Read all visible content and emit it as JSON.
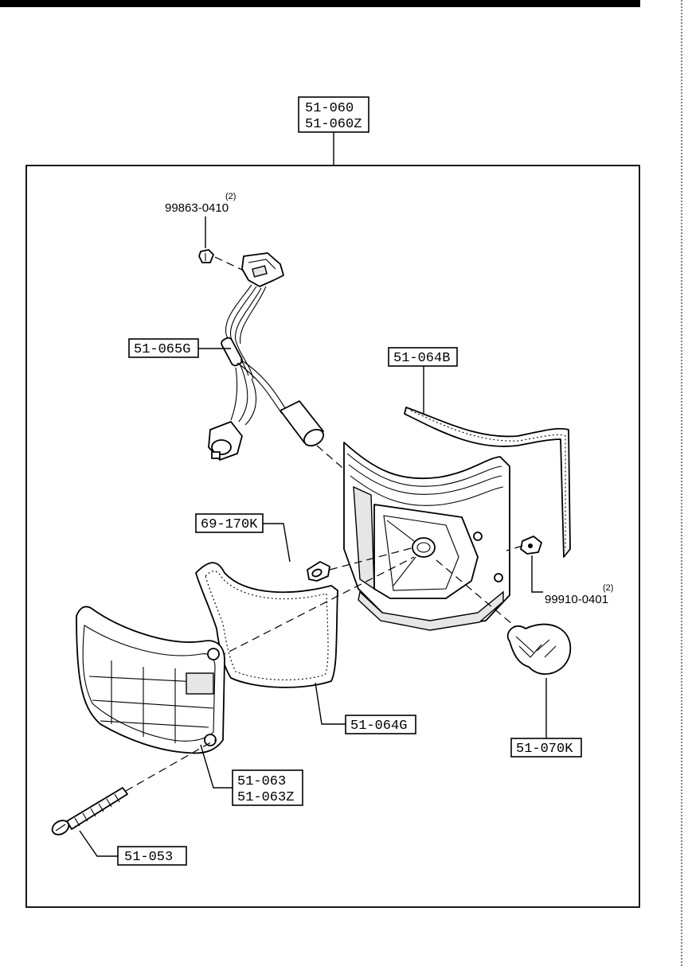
{
  "assembly": {
    "number_line1": "51-060",
    "number_line2": "51-060Z"
  },
  "parts": {
    "screw_top": {
      "number": "99863-0410",
      "qty": "(2)"
    },
    "harness": {
      "number": "51-065G"
    },
    "gasket_strip": {
      "number": "51-064B"
    },
    "small_bulb": {
      "number": "69-170K"
    },
    "clip": {
      "number": "99910-0401",
      "qty": "(2)"
    },
    "lens_gasket": {
      "number": "51-064G"
    },
    "main_bulb": {
      "number": "51-070K"
    },
    "lens": {
      "number_line1": "51-063",
      "number_line2": "51-063Z"
    },
    "long_screw": {
      "number": "51-053"
    }
  }
}
